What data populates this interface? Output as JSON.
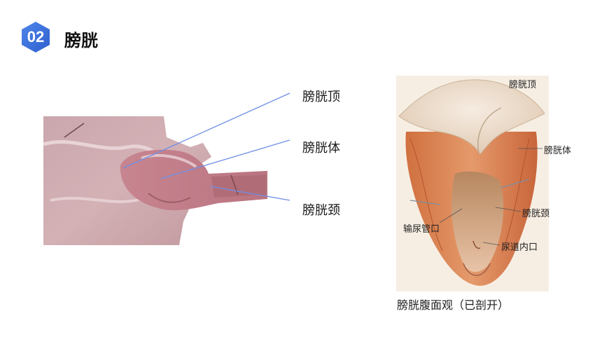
{
  "header": {
    "section_number": "02",
    "section_title": "膀胱"
  },
  "photo_labels": {
    "apex": "膀胱顶",
    "body": "膀胱体",
    "neck": "膀胱颈"
  },
  "anatomy_labels": {
    "apex": "膀胱顶",
    "body": "膀胱体",
    "neck": "膀胱颈",
    "ureteral_orifice": "输尿管口",
    "internal_urethral_orifice": "尿道内口"
  },
  "caption": "膀胱腹面观（已剖开）",
  "colors": {
    "badge": "#3b6fd8",
    "leader": "#6f8fe6"
  }
}
